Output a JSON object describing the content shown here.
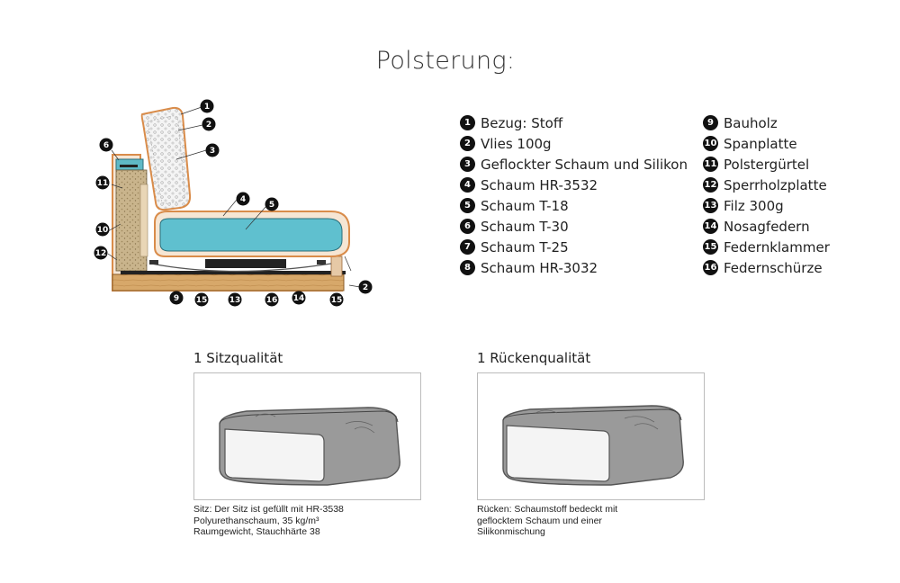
{
  "page": {
    "title": "Polsterung:"
  },
  "callouts": [
    "1",
    "2",
    "3",
    "4",
    "5",
    "6",
    "2",
    "11",
    "10",
    "12",
    "9",
    "15",
    "13",
    "16",
    "14",
    "15"
  ],
  "legend": {
    "col1": [
      {
        "num": "1",
        "label": "Bezug: Stoff"
      },
      {
        "num": "2",
        "label": "Vlies 100g"
      },
      {
        "num": "3",
        "label": "Geflockter Schaum und Silikon"
      },
      {
        "num": "4",
        "label": "Schaum HR-3532"
      },
      {
        "num": "5",
        "label": "Schaum T-18"
      },
      {
        "num": "6",
        "label": "Schaum T-30"
      },
      {
        "num": "7",
        "label": "Schaum T-25"
      },
      {
        "num": "8",
        "label": "Schaum HR-3032"
      }
    ],
    "col2": [
      {
        "num": "9",
        "label": "Bauholz"
      },
      {
        "num": "10",
        "label": "Spanplatte"
      },
      {
        "num": "11",
        "label": "Polstergürtel"
      },
      {
        "num": "12",
        "label": "Sperrholzplatte"
      },
      {
        "num": "13",
        "label": "Filz 300g"
      },
      {
        "num": "14",
        "label": "Nosagfedern"
      },
      {
        "num": "15",
        "label": "Federnklammer"
      },
      {
        "num": "16",
        "label": "Federnschürze"
      }
    ]
  },
  "panels": [
    {
      "heading": "1 Sitzqualität",
      "caption": "Sitz: Der Sitz ist gefüllt mit HR-3538\nPolyurethanschaum, 35 kg/m³\nRaumgewicht, Stauchhärte 38"
    },
    {
      "heading": "1 Rückenqualität",
      "caption": "Rücken: Schaumstoff bedeckt mit\ngeflocktem Schaum und einer\nSilikonmischung"
    }
  ]
}
